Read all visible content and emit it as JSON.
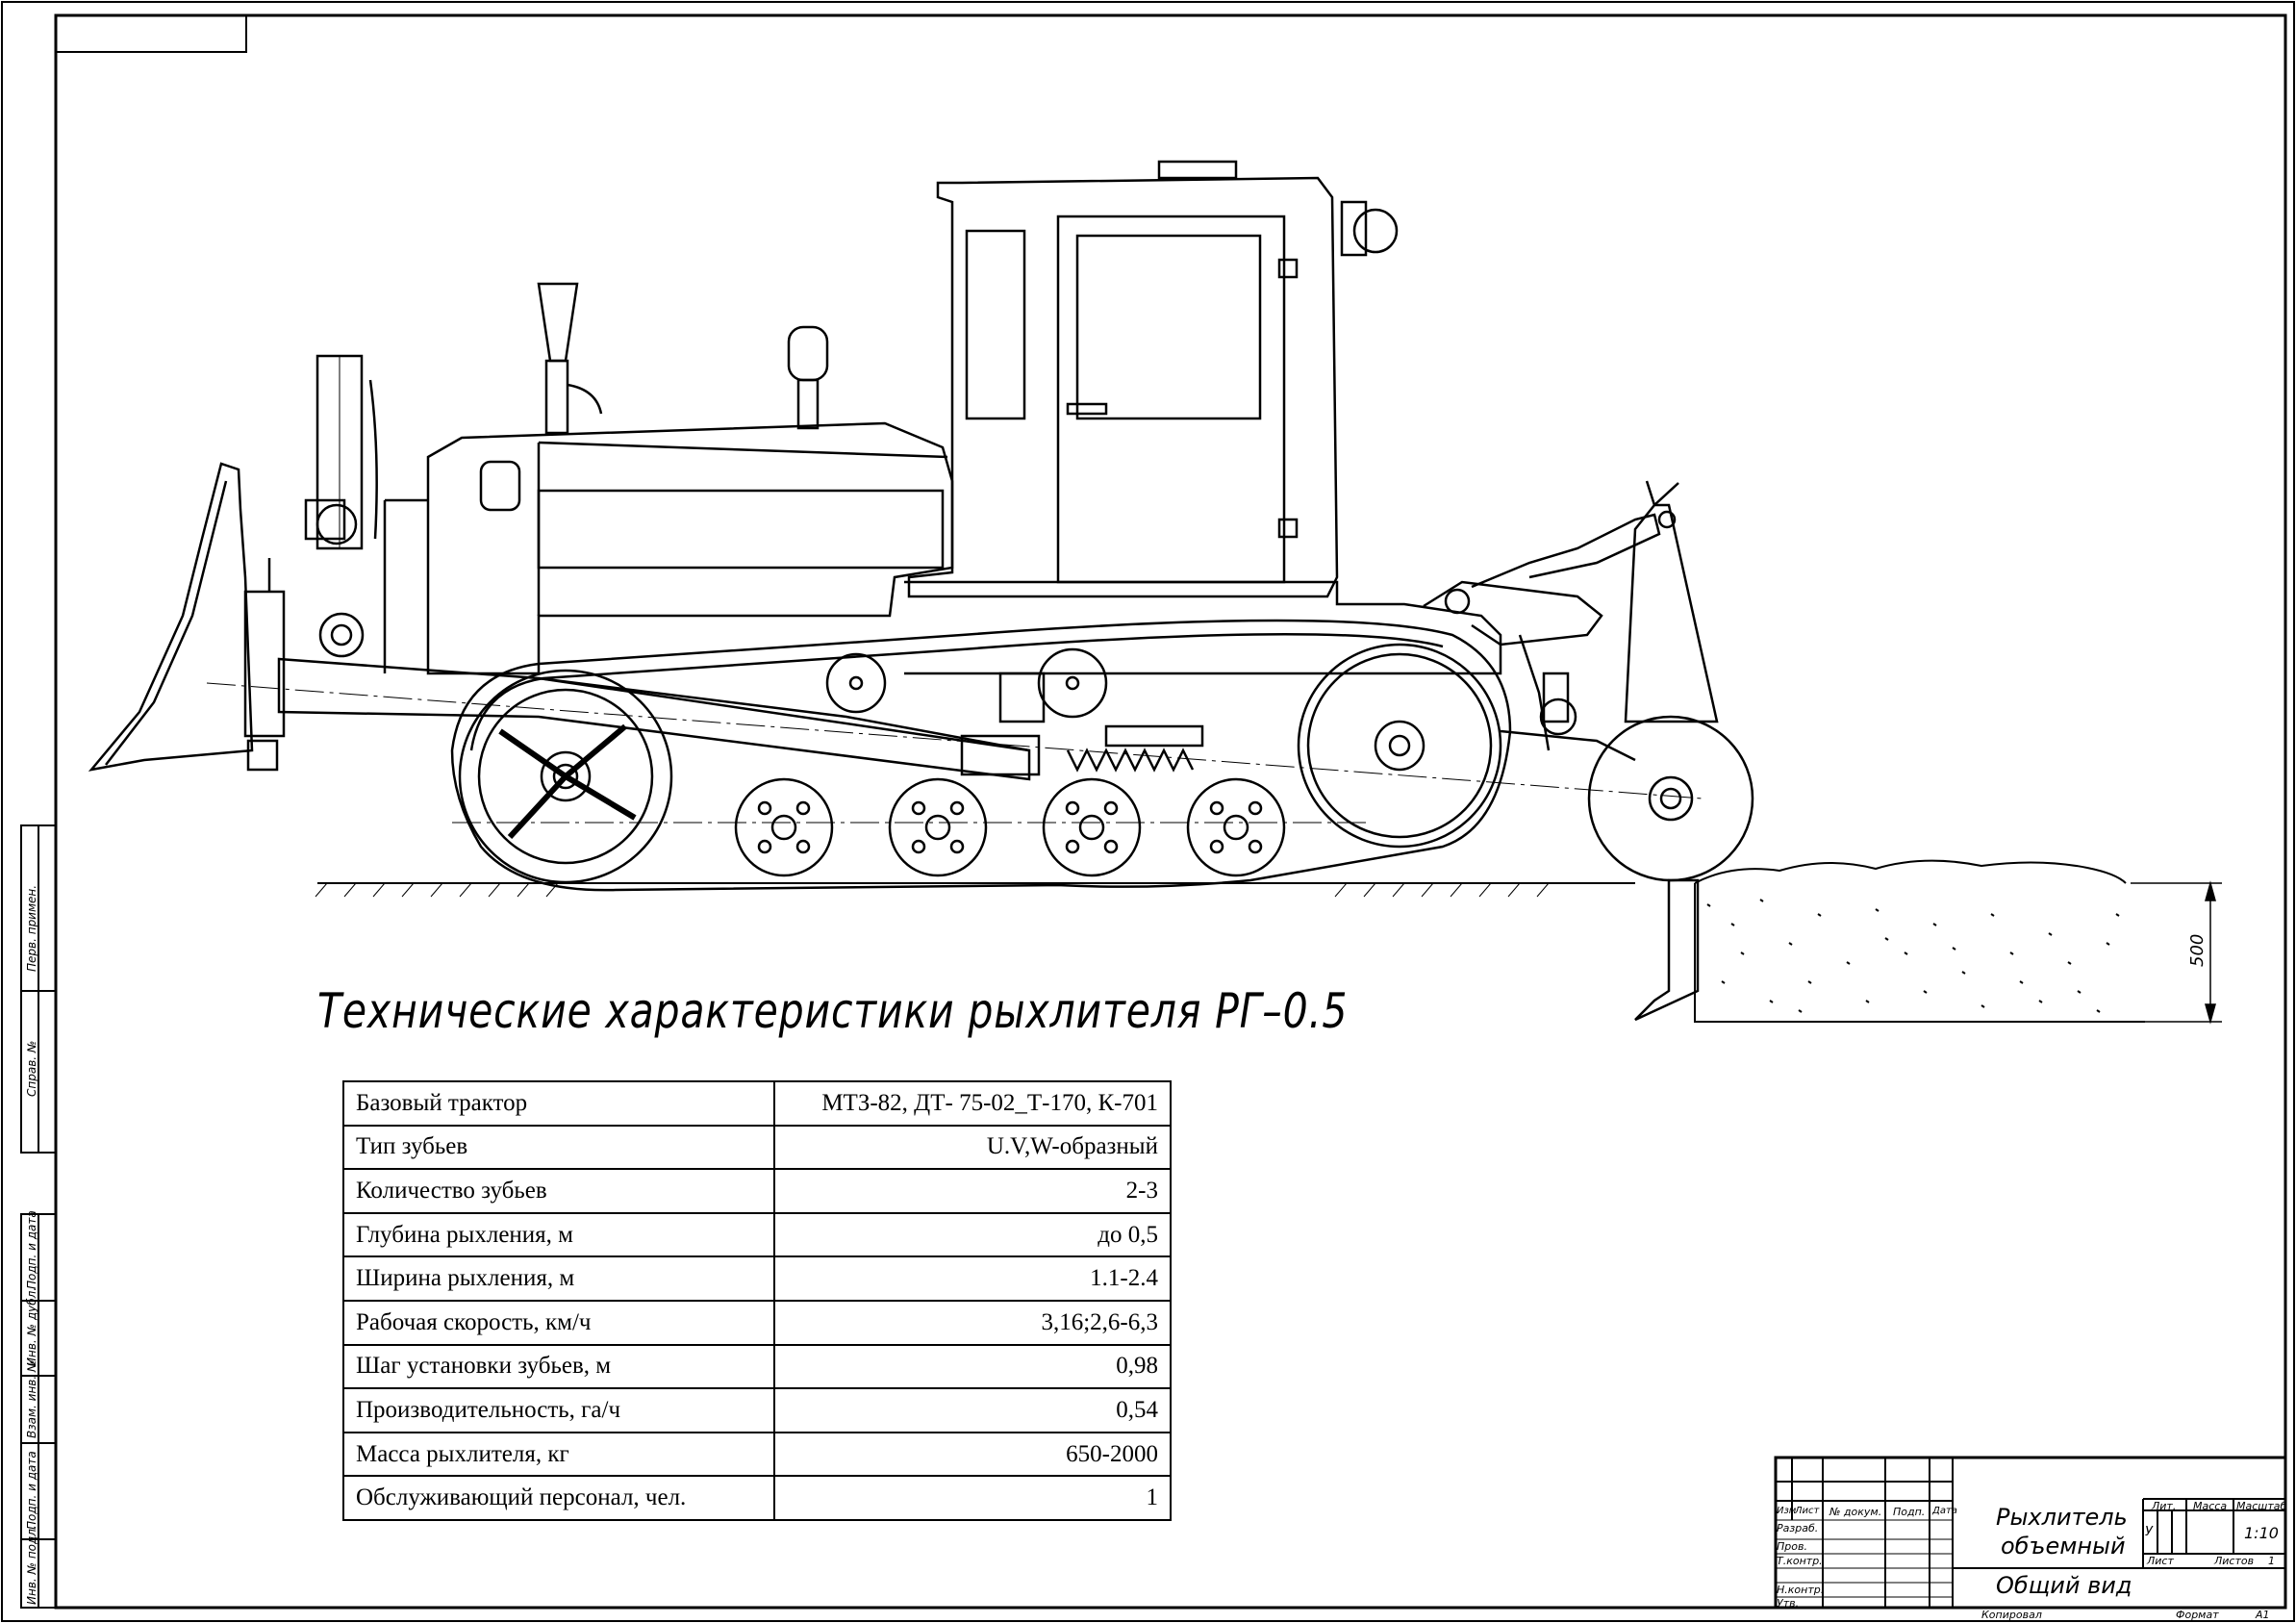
{
  "drawing": {
    "title": "Технические характеристики рыхлителя РГ–0.5",
    "dimension_label": "500"
  },
  "spec_table": {
    "rows": [
      {
        "param": "Базовый трактор",
        "value": "МТЗ-82, ДТ- 75-02_Т-170, К-701"
      },
      {
        "param": "Тип зубьев",
        "value": "U.V,W-образный"
      },
      {
        "param": "Количество зубьев",
        "value": "2-3"
      },
      {
        "param": "Глубина рыхления, м",
        "value": "до 0,5"
      },
      {
        "param": "Ширина рыхления, м",
        "value": "1.1-2.4"
      },
      {
        "param": "Рабочая скорость, км/ч",
        "value": "3,16;2,6-6,3"
      },
      {
        "param": "Шаг установки зубьев, м",
        "value": "0,98"
      },
      {
        "param": "Производительность, га/ч",
        "value": "0,54"
      },
      {
        "param": "Масса рыхлителя, кг",
        "value": "650-2000"
      },
      {
        "param": "Обслуживающий персонал, чел.",
        "value": "1"
      }
    ]
  },
  "title_block": {
    "name_line1": "Рыхлитель",
    "name_line2": "объемный",
    "view": "Общий вид",
    "col_headers": [
      "Изм",
      "Лист",
      "№ докум.",
      "Подп.",
      "Дата"
    ],
    "roles": [
      "Разраб.",
      "Пров.",
      "Т.контр.",
      "",
      "Н.контр.",
      "Утв."
    ],
    "lit_label": "Лит.",
    "mass_label": "Масса",
    "scale_label": "Масштаб",
    "scale_value": "1:10",
    "lit_value": "У",
    "sheet_label": "Лист",
    "sheets_label": "Листов",
    "sheets_value": "1",
    "copied_label": "Копировал",
    "format_label": "Формат",
    "format_value": "А1"
  },
  "side_stamp": {
    "labels": [
      "Перв. примен.",
      "Справ. №",
      "Подп. и дата",
      "Инв. № дубл.",
      "Взам. инв. №",
      "Подп. и дата",
      "Инв. № подл."
    ]
  }
}
